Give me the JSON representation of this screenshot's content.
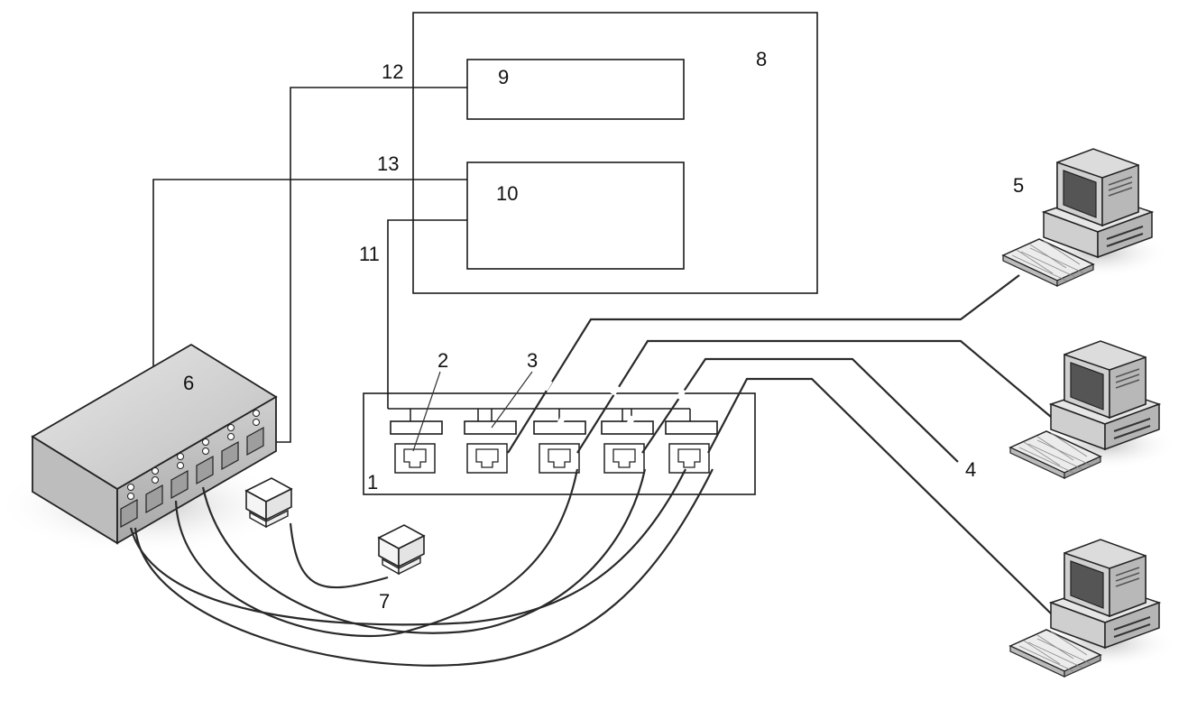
{
  "labels": {
    "n1": "1",
    "n2": "2",
    "n3": "3",
    "n4": "4",
    "n5": "5",
    "n6": "6",
    "n7": "7",
    "n8": "8",
    "n9": "9",
    "n10": "10",
    "n11": "11",
    "n12": "12",
    "n13": "13"
  },
  "colors": {
    "line": "#1a1a1a",
    "device_body": "#d6d6d6",
    "device_dark": "#7a7a7a",
    "screen": "#5a5a5a"
  },
  "icons": {
    "computer": "desktop-computer-icon",
    "switch": "network-switch-icon",
    "connector": "rj45-plug-icon"
  }
}
